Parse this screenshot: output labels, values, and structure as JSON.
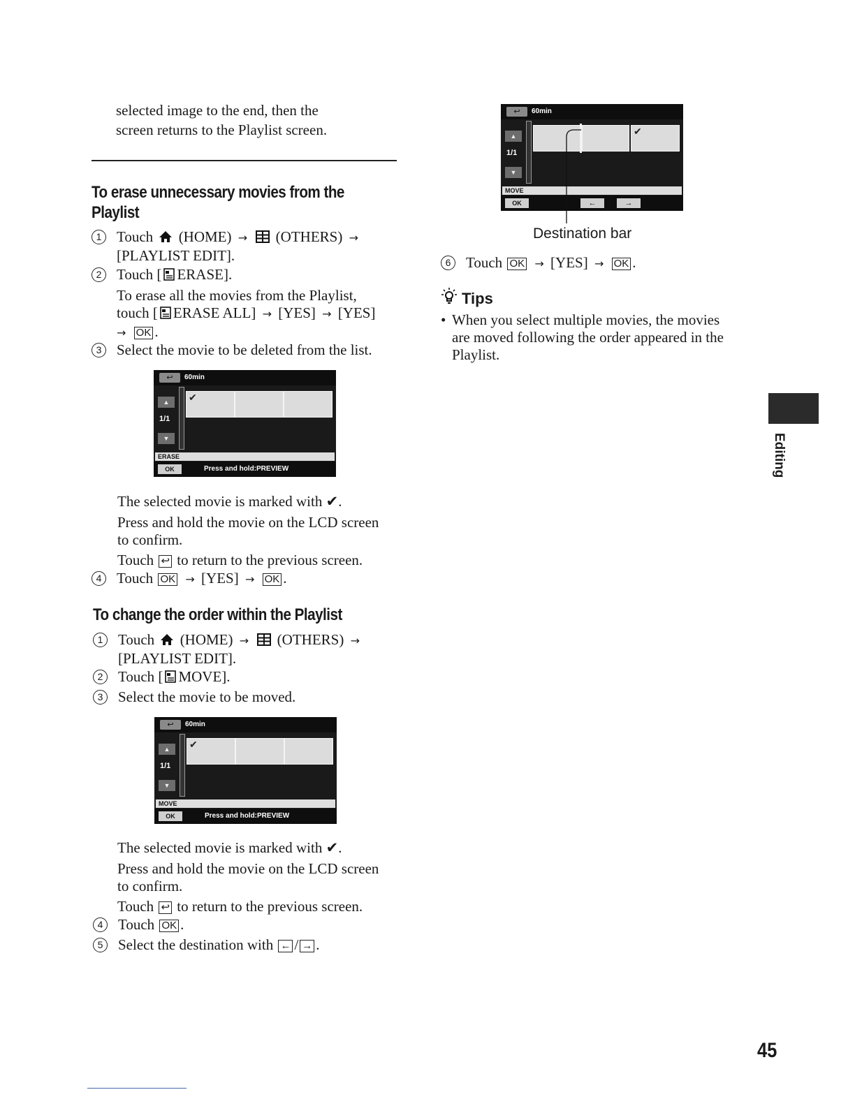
{
  "page": {
    "number": "45",
    "section_tab": "Editing"
  },
  "intro": {
    "line1": "selected image to the end, then the",
    "line2": "screen returns to the Playlist screen."
  },
  "erase_section": {
    "heading_line1": "To erase unnecessary movies from the",
    "heading_line2": "Playlist",
    "steps": [
      {
        "num": "1",
        "text_a": "Touch",
        "text_b": "(HOME)",
        "text_c": "(OTHERS)",
        "text_d": "[PLAYLIST EDIT]."
      },
      {
        "num": "2",
        "text_a": "Touch [",
        "text_b": "ERASE]."
      },
      {
        "num": "3",
        "text": "Select the movie to be deleted from the list."
      },
      {
        "num": "4",
        "text_a": "Touch",
        "text_b": "[YES]"
      }
    ],
    "erase_all_note_a": "To erase all the movies from the Playlist,",
    "erase_all_note_b": "touch [",
    "erase_all_note_c": "ERASE ALL]",
    "erase_all_note_d": "[YES]",
    "erase_all_note_e": "[YES]",
    "marked_a": "The selected movie is marked with",
    "press_hold": "Press and hold the movie on the LCD screen",
    "to_confirm": "to confirm.",
    "touch_return_a": "Touch",
    "touch_return_b": "to return to the previous screen.",
    "lcd": {
      "battery": "60min",
      "page": "1/1",
      "mode": "ERASE",
      "ok": "OK",
      "preview": "Press and hold:PREVIEW"
    }
  },
  "order_section": {
    "heading": "To change the order within the Playlist",
    "step1_a": "Touch",
    "step1_b": "(HOME)",
    "step1_c": "(OTHERS)",
    "step1_d": "[PLAYLIST EDIT].",
    "step2_a": "Touch [",
    "step2_b": "MOVE].",
    "step3": "Select the movie to be moved.",
    "marked_a": "The selected movie is marked with",
    "press_hold": "Press and hold the movie on the LCD screen",
    "to_confirm": "to confirm.",
    "touch_return_a": "Touch",
    "touch_return_b": "to return to the previous screen.",
    "step4": "Touch",
    "step5": "Select the destination with",
    "lcd": {
      "battery": "60min",
      "page": "1/1",
      "mode": "MOVE",
      "ok": "OK",
      "preview": "Press and hold:PREVIEW"
    }
  },
  "right_column": {
    "lcd": {
      "battery": "60min",
      "page": "1/1",
      "mode": "MOVE",
      "ok": "OK",
      "left_arrow": "←",
      "right_arrow": "→"
    },
    "destination_bar": "Destination bar",
    "step6_a": "Touch",
    "step6_b": "[YES]",
    "tips_title": "Tips",
    "tip_line1": "When you select multiple movies, the movies",
    "tip_line2": "are moved following the order appeared in the",
    "tip_line3": "Playlist."
  },
  "glyphs": {
    "arrow": "→",
    "check": "✔",
    "ok": "OK",
    "bullet": "•",
    "left_arrow": "←",
    "right_arrow": "→",
    "slash": "/",
    "period": ".",
    "up": "▲",
    "down": "▼",
    "back": "↩"
  }
}
